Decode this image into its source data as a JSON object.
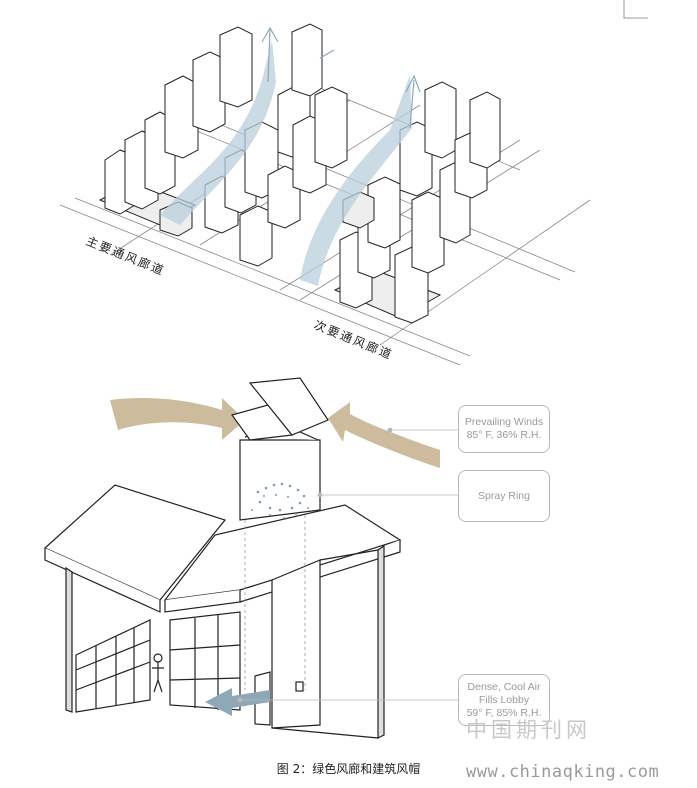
{
  "top_figure": {
    "label_main": "主要通风廊道",
    "label_secondary": "次要通风廊道"
  },
  "bottom_figure": {
    "callouts": [
      {
        "line1": "Prevailing Winds",
        "line2": "85° F, 36% R.H."
      },
      {
        "line1": "Spray Ring",
        "line2": ""
      },
      {
        "line1": "Dense, Cool Air",
        "line2": "Fills Lobby",
        "line3": "59° F, 85% R.H."
      }
    ]
  },
  "caption": "图 2：绿色风廊和建筑风帽",
  "watermark": {
    "cn": "中国期刊网",
    "url": "www.chinaqking.com"
  },
  "colors": {
    "wind_arrow": "#cdbb9d",
    "cool_arrow": "#8ea8b8",
    "airflow": "#b9cfdc",
    "line": "#222222"
  }
}
